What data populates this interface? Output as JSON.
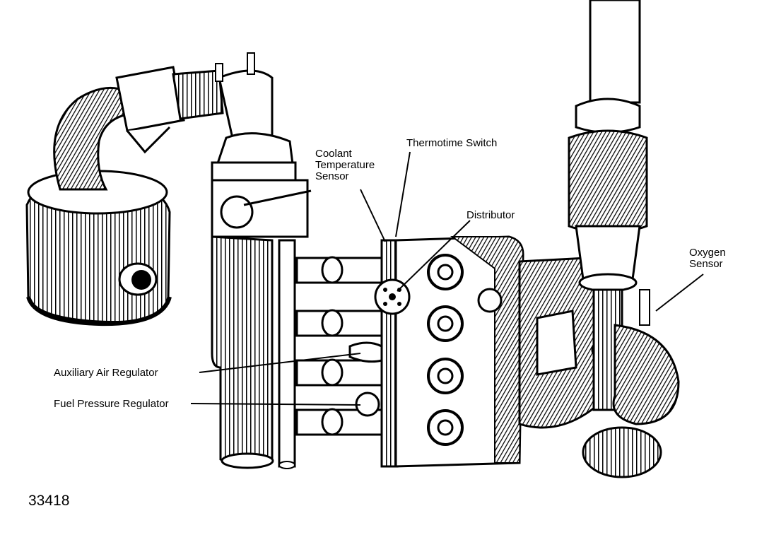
{
  "labels": {
    "coolant_temp_sensor": [
      "Coolant",
      "Temperature",
      "Sensor"
    ],
    "thermotime_switch": "Thermotime Switch",
    "distributor": "Distributor",
    "oxygen_sensor": [
      "Oxygen",
      "Sensor"
    ],
    "auxiliary_air_regulator": "Auxiliary Air Regulator",
    "fuel_pressure_regulator": "Fuel Pressure Regulator"
  },
  "figure_number": "33418"
}
